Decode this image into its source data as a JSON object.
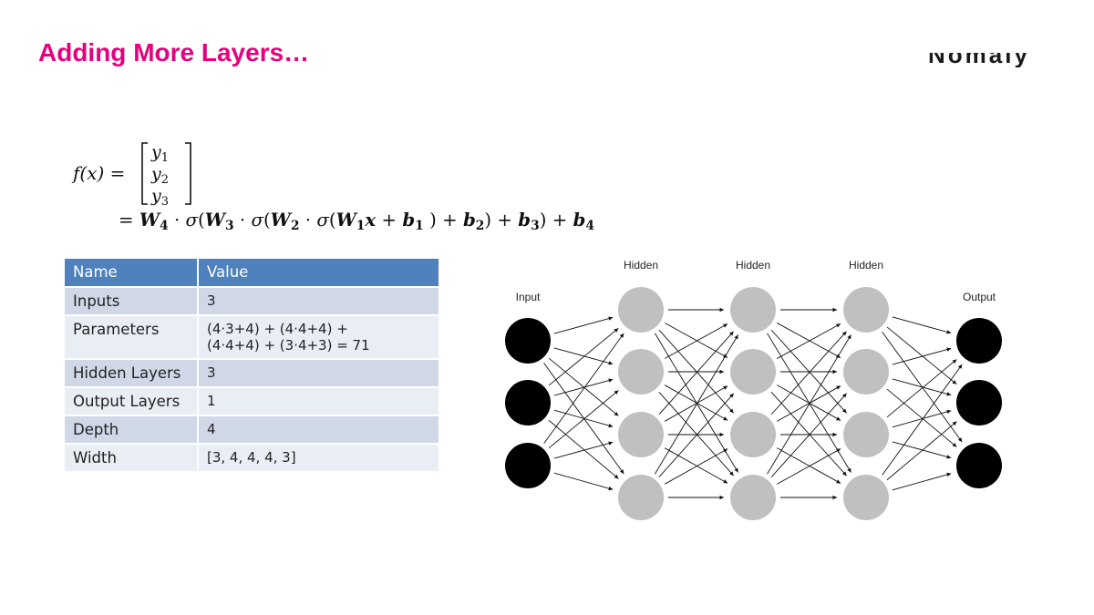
{
  "title": "Adding More Layers…",
  "logo_text": "Nomaly",
  "formula": {
    "lhs": "f(x) =",
    "outputs": [
      "y",
      "y",
      "y"
    ],
    "output_subscripts": [
      "1",
      "2",
      "3"
    ],
    "rhs_parts": [
      "= ",
      "W",
      "4",
      " · σ(",
      "W",
      "3",
      " · σ(",
      "W",
      "2",
      " · σ(",
      "W",
      "1",
      "x",
      " + ",
      "b",
      "1",
      " ) + ",
      "b",
      "2",
      ") + ",
      "b",
      "3",
      ") + ",
      "b",
      "4"
    ]
  },
  "table": {
    "headers": [
      "Name",
      "Value"
    ],
    "rows": [
      {
        "name": "Inputs",
        "value": [
          "3"
        ]
      },
      {
        "name": "Parameters",
        "value": [
          "(4·3+4) + (4·4+4) +",
          "(4·4+4) + (3·4+3) = 71"
        ]
      },
      {
        "name": "Hidden Layers",
        "value": [
          "3"
        ]
      },
      {
        "name": "Output Layers",
        "value": [
          "1"
        ]
      },
      {
        "name": "Depth",
        "value": [
          "4"
        ]
      },
      {
        "name": "Width",
        "value": [
          "[3, 4, 4, 4, 3]"
        ]
      }
    ]
  },
  "diagram": {
    "layers": [
      {
        "label": "Input",
        "nodes": 3,
        "color": "#000000"
      },
      {
        "label": "Hidden",
        "nodes": 4,
        "color": "#c0c0c0"
      },
      {
        "label": "Hidden",
        "nodes": 4,
        "color": "#c0c0c0"
      },
      {
        "label": "Hidden",
        "nodes": 4,
        "color": "#c0c0c0"
      },
      {
        "label": "Output",
        "nodes": 3,
        "color": "#000000"
      }
    ]
  },
  "colors": {
    "title": "#e6007e",
    "table_header": "#4f81bd",
    "table_row_odd": "#d0d8e8",
    "table_row_even": "#e9edf4"
  }
}
